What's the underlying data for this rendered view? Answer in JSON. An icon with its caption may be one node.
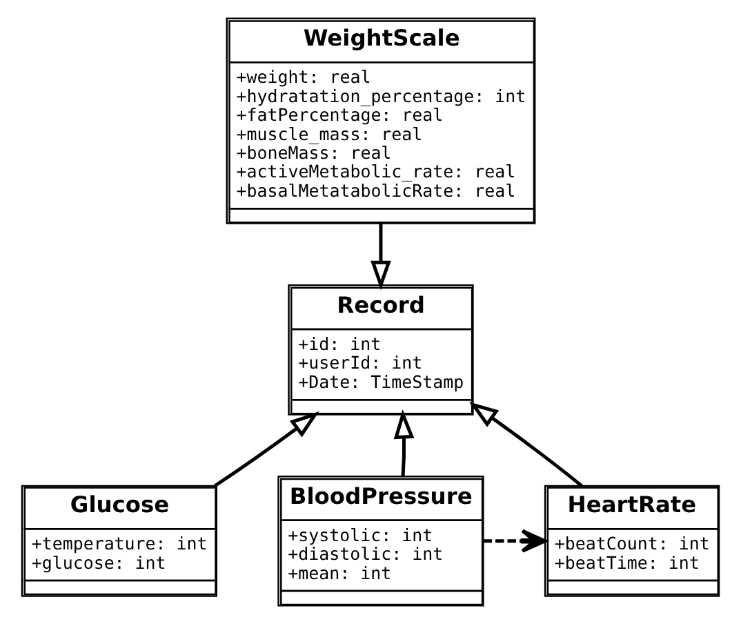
{
  "diagram": {
    "nodes": [
      {
        "text": [
          "WeightScale",
          "+weight: real",
          "+hydratation_percentage: int",
          "+fatPercentage: real",
          "+muscle_mass: real",
          "+boneMass: real",
          "+activeMetabolic_rate: real",
          "+basalMetatabolicRate: real"
        ]
      },
      {
        "text": [
          "Record",
          "+id: int",
          "+userId: int",
          "+Date: TimeStamp"
        ]
      },
      {
        "text": [
          "Glucose",
          "+temperature: int",
          "+glucose: int"
        ]
      },
      {
        "text": [
          "BloodPressure",
          "+systolic: int",
          "+diastolic: int",
          "+mean: int"
        ]
      },
      {
        "text": [
          "HeartRate",
          "+beatCount: int",
          "+beatTime: int"
        ]
      }
    ],
    "edges": [
      {
        "from": 0,
        "to": 1,
        "arrow": "to"
      },
      {
        "from": 3,
        "to": 1,
        "arrow": "to"
      },
      {
        "from": 4,
        "to": 1,
        "arrow": "to"
      },
      {
        "from": 2,
        "to": 1,
        "arrow": "to"
      },
      {
        "from": 3,
        "to": 4,
        "arrow": "to",
        "style": "dashed"
      }
    ]
  }
}
